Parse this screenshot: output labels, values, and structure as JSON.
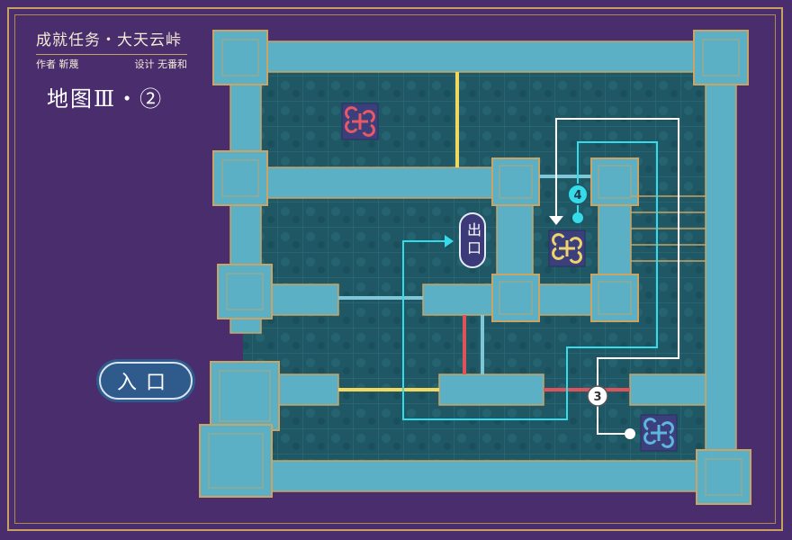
{
  "header": {
    "quest_title": "成就任务・大天云峠",
    "author_label": "作者 靳蔑",
    "design_label": "设计 无番和",
    "map_title": "地图Ⅲ・②"
  },
  "labels": {
    "entrance": "入口",
    "exit": "出口"
  },
  "markers": [
    {
      "id": "4",
      "text": "4"
    },
    {
      "id": "3",
      "text": "3"
    }
  ],
  "colors": {
    "background": "#4a2d6d",
    "frame_gold": "#c8a060",
    "wall": "#5cb0c5",
    "floor": "#1f5765",
    "path_cyan": "#35dbe8",
    "path_white": "#ffffff",
    "laser_yellow": "#f3d860",
    "laser_red": "#e0525a",
    "laser_blue": "#7fc6d6"
  },
  "icons": {
    "switch_red": "knot-switch-red-icon",
    "switch_gold": "knot-switch-gold-icon",
    "switch_blue": "knot-switch-blue-icon"
  }
}
